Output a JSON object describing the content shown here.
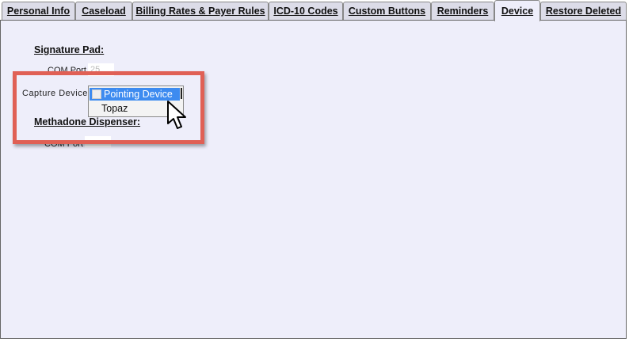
{
  "tabs": [
    {
      "label": "Personal Info"
    },
    {
      "label": "Caseload"
    },
    {
      "label": "Billing Rates & Payer Rules"
    },
    {
      "label": "ICD-10 Codes"
    },
    {
      "label": "Custom Buttons"
    },
    {
      "label": "Reminders"
    },
    {
      "label": "Device",
      "active": true
    },
    {
      "label": "Restore Deleted"
    }
  ],
  "signature_pad": {
    "heading": "Signature Pad:",
    "com_port_label": "COM Port",
    "com_port_value": "25",
    "capture_device_label": "Capture Device"
  },
  "dropdown": {
    "options": [
      "Pointing Device",
      "Topaz"
    ],
    "selected": "Pointing Device"
  },
  "methadone": {
    "heading": "Methadone Dispenser:",
    "com_port_label": "COM Port",
    "com_port_value": ""
  },
  "colors": {
    "highlight": "#e06055",
    "selection": "#3d8bf0",
    "panel": "#eeeefa"
  }
}
